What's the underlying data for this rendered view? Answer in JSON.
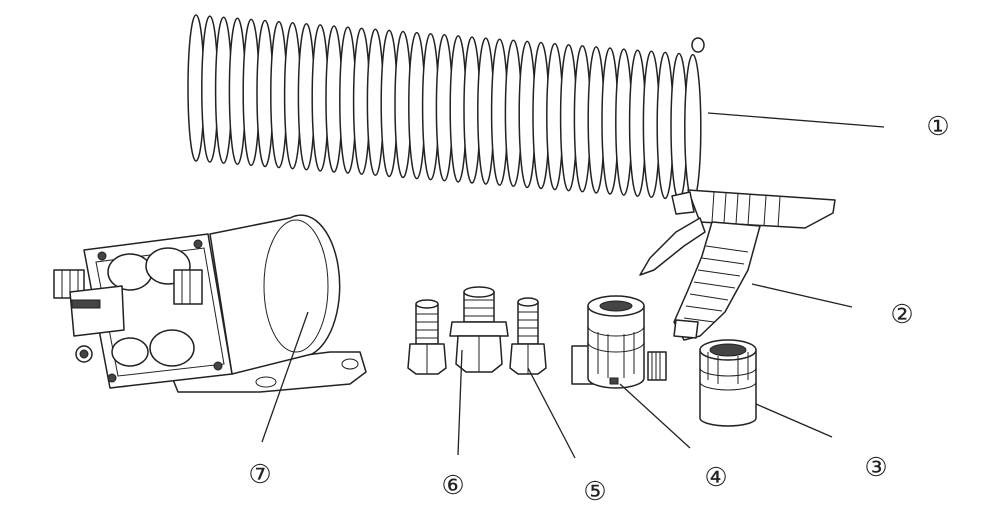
{
  "parts": [
    {
      "number": "①",
      "icon": "coiled-hose"
    },
    {
      "number": "②",
      "icon": "spray-gun"
    },
    {
      "number": "③",
      "icon": "hose-connector"
    },
    {
      "number": "④",
      "icon": "strainer-filter"
    },
    {
      "number": "⑤",
      "icon": "straight-fitting"
    },
    {
      "number": "⑥",
      "icon": "threaded-adapter"
    },
    {
      "number": "⑦",
      "icon": "diaphragm-pump"
    }
  ]
}
